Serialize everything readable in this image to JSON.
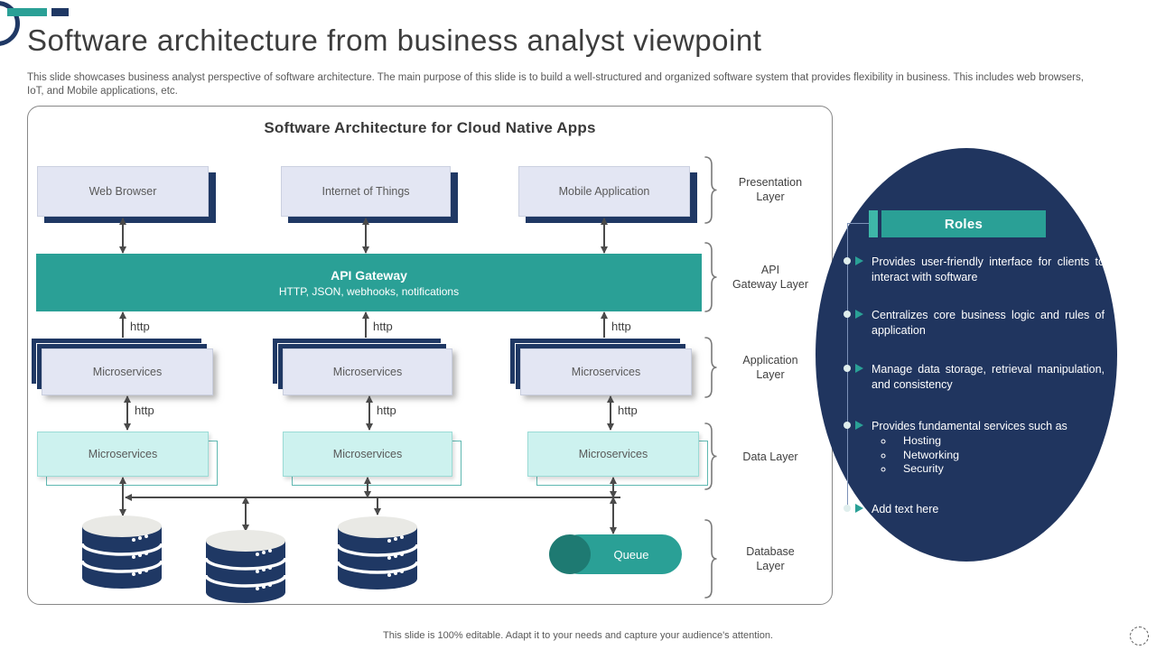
{
  "slide": {
    "title": "Software architecture from business analyst viewpoint",
    "description": "This slide showcases business analyst perspective of software architecture. The main purpose of this slide is to build a well-structured and organized software system that provides flexibility in business. This includes web browsers, IoT, and Mobile applications, etc.",
    "footer": "This slide is 100% editable. Adapt it to your needs and capture your audience's attention."
  },
  "diagram": {
    "title": "Software Architecture for Cloud Native Apps",
    "connection_label": "http",
    "presentation_layer": {
      "boxes": [
        "Web Browser",
        "Internet of Things",
        "Mobile Application"
      ]
    },
    "api_gateway": {
      "title": "API Gateway",
      "subtitle": "HTTP, JSON, webhooks, notifications"
    },
    "application_layer": {
      "boxes": [
        "Microservices",
        "Microservices",
        "Microservices"
      ]
    },
    "data_layer": {
      "boxes": [
        "Microservices",
        "Microservices",
        "Microservices"
      ]
    },
    "database_layer": {
      "queue_label": "Queue"
    },
    "layer_labels": {
      "presentation": [
        "Presentation",
        "Layer"
      ],
      "api_gateway": [
        "API",
        "Gateway Layer"
      ],
      "application": [
        "Application",
        "Layer"
      ],
      "data": [
        "Data Layer",
        ""
      ],
      "database": [
        "Database",
        "Layer"
      ]
    }
  },
  "roles": {
    "title": "Roles",
    "items": [
      "Provides user-friendly interface for clients to interact with software",
      "Centralizes core business logic and rules of application",
      "Manage data storage, retrieval manipulation, and consistency",
      "Provides fundamental services such as",
      "Add text here"
    ],
    "sub_items": [
      "Hosting",
      "Networking",
      "Security"
    ]
  },
  "colors": {
    "teal": "#2AA096",
    "teal_accent": "#3EB7A8",
    "teal_dark_cap": "#1E7A72",
    "navy": "#1F3864",
    "lavender_box": "#E3E6F3",
    "cyan_box": "#CDF2EF",
    "title_text": "#3D3D3D",
    "body_text": "#595959"
  }
}
